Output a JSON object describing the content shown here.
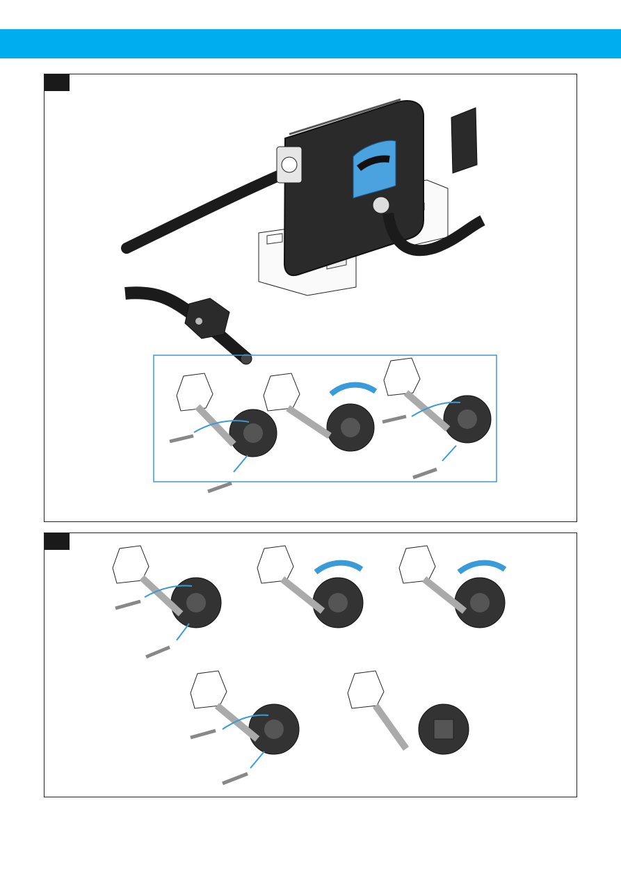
{
  "header": {
    "color": "#00aeef"
  },
  "figures": [
    {
      "name": "figure-a",
      "label": "",
      "inset_color": "#3a9bd9",
      "illustration": "hose-reel-install-and-bracket-assembly"
    },
    {
      "name": "figure-b",
      "label": "",
      "illustration": "wall-bracket-screw-and-rotate-steps"
    }
  ],
  "colors": {
    "frame": "#222222",
    "tag": "#1a1a1a",
    "arrow": "#3a9bd9",
    "device": "#2a2a2a",
    "window": "#4aa3df"
  }
}
